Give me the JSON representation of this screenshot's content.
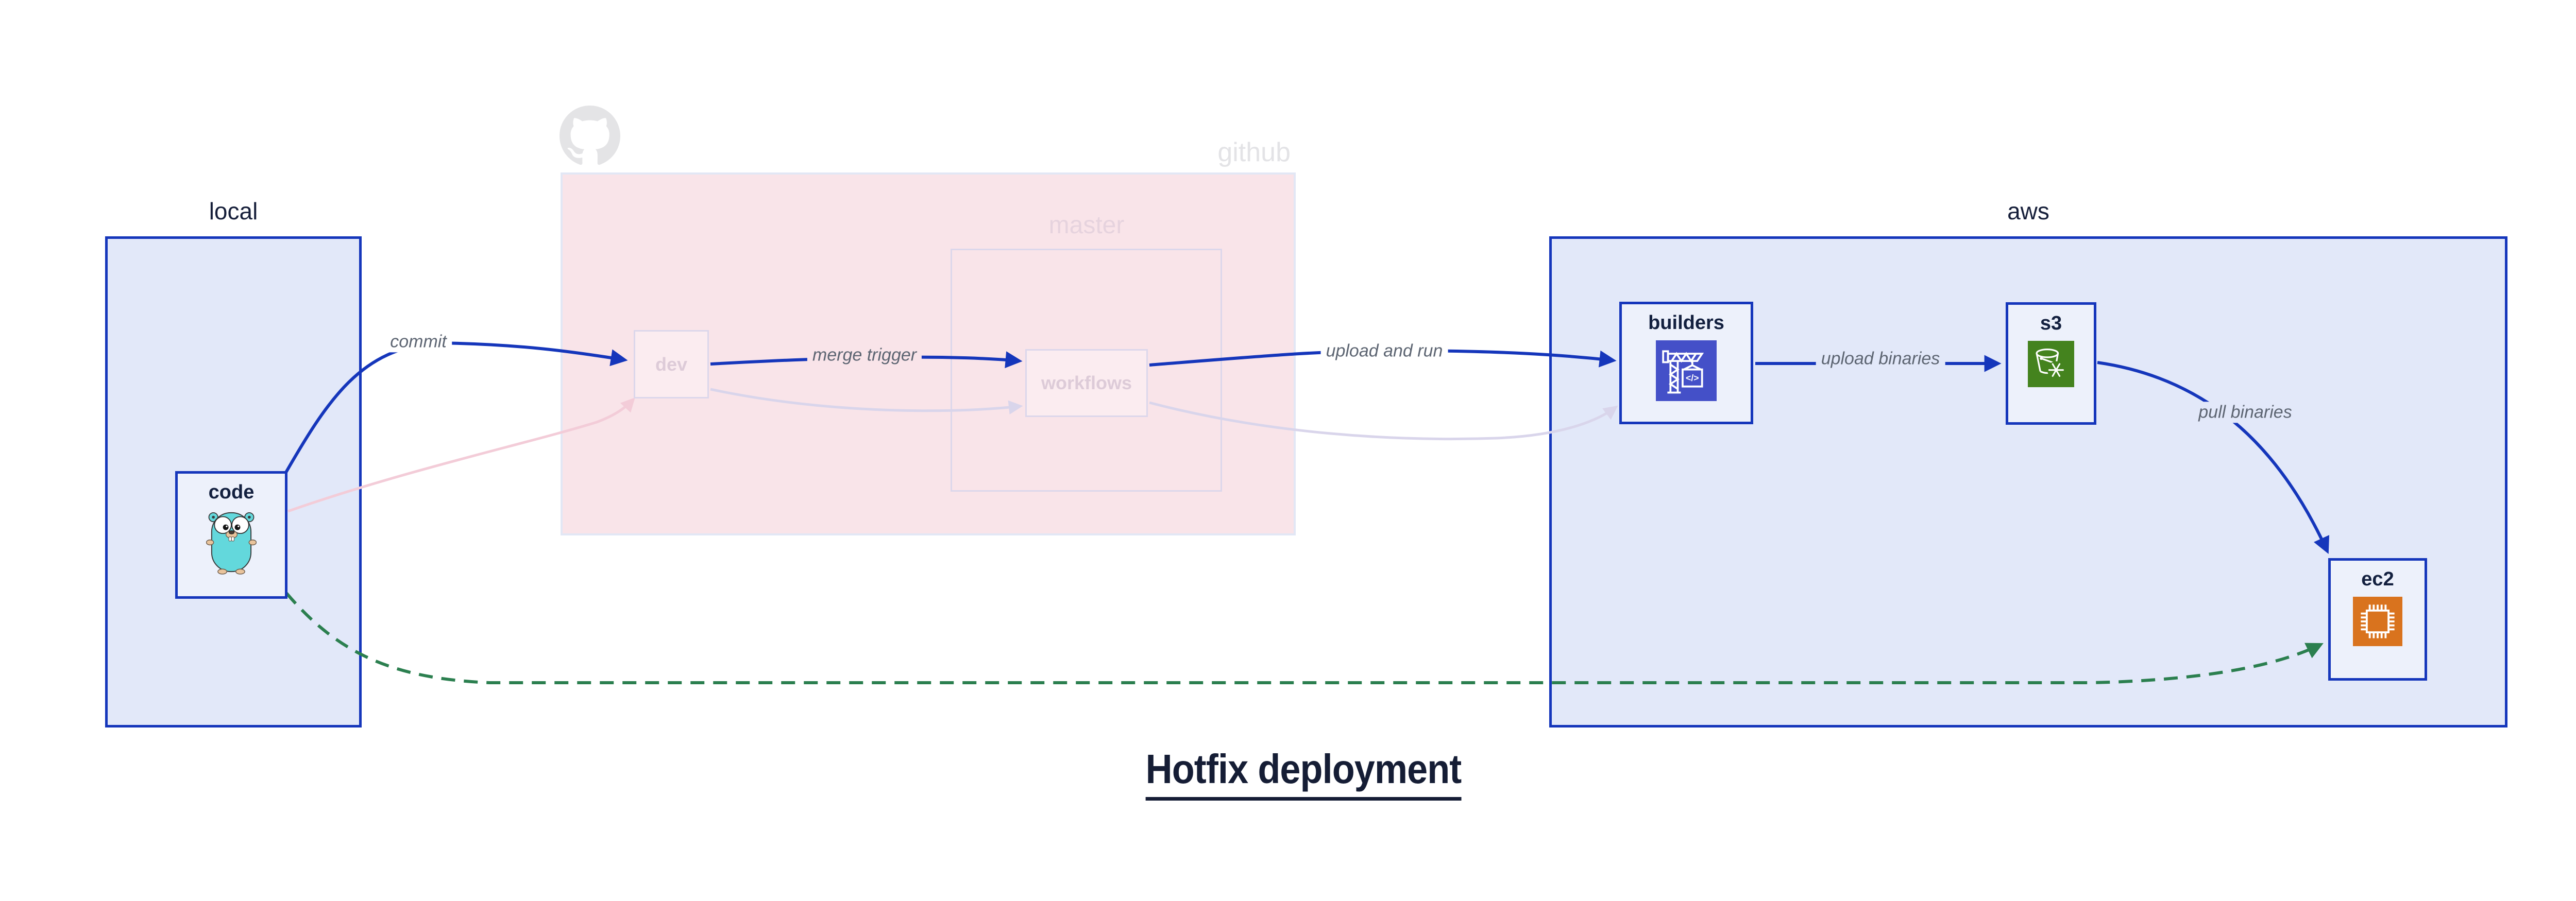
{
  "title": {
    "text": "Hotfix deployment"
  },
  "containers": {
    "local": {
      "label": "local"
    },
    "github": {
      "label": "github",
      "icon": "octocat-icon"
    },
    "master": {
      "label": "master"
    },
    "aws": {
      "label": "aws"
    }
  },
  "nodes": {
    "code": {
      "label": "code",
      "icon": "go-gopher-icon"
    },
    "dev": {
      "label": "dev"
    },
    "workflows": {
      "label": "workflows"
    },
    "builders": {
      "label": "builders",
      "icon": "codebuild-crane-icon"
    },
    "s3": {
      "label": "s3",
      "icon": "s3-bucket-snowflake-icon"
    },
    "ec2": {
      "label": "ec2",
      "icon": "ec2-chip-icon"
    }
  },
  "edges": {
    "commit": {
      "label": "commit",
      "from": "code",
      "to": "dev",
      "style": "solid-blue"
    },
    "merge_trigger": {
      "label": "merge trigger",
      "from": "dev",
      "to": "workflows",
      "style": "solid-blue"
    },
    "upload_and_run": {
      "label": "upload and run",
      "from": "workflows",
      "to": "builders",
      "style": "solid-blue"
    },
    "upload_binaries": {
      "label": "upload binaries",
      "from": "builders",
      "to": "s3",
      "style": "solid-blue"
    },
    "pull_binaries": {
      "label": "pull binaries",
      "from": "s3",
      "to": "ec2",
      "style": "solid-blue"
    },
    "hotfix_path": {
      "from": "code",
      "to": "ec2",
      "style": "dashed-green"
    },
    "ghost_code_dev": {
      "from": "code",
      "to": "dev",
      "style": "faded-pink"
    },
    "ghost_dev_workflows": {
      "from": "dev",
      "to": "workflows",
      "style": "faded-lavender"
    },
    "ghost_workflows_builders": {
      "from": "workflows",
      "to": "builders",
      "style": "faded-lavender"
    }
  },
  "icons": {
    "codebuild_glyph": "</>"
  },
  "colors": {
    "accent_blue": "#1536bb",
    "container_fill": "#e2e8f9",
    "node_fill": "#edf1fb",
    "github_fill": "#f9e4e9",
    "github_gray": "#e3e3e6",
    "faded_text": "#ddcbd8",
    "ghost_lavender": "#d9d5eb",
    "ghost_pink": "#f3ccd8",
    "hotfix_green": "#2b7f4f",
    "edge_label_gray": "#5d6572",
    "dark_navy": "#151d35",
    "codebuild_indigo": "#4450c8",
    "s3_green": "#44831e",
    "ec2_orange": "#d9731e",
    "gopher_teal": "#63d8dc"
  }
}
